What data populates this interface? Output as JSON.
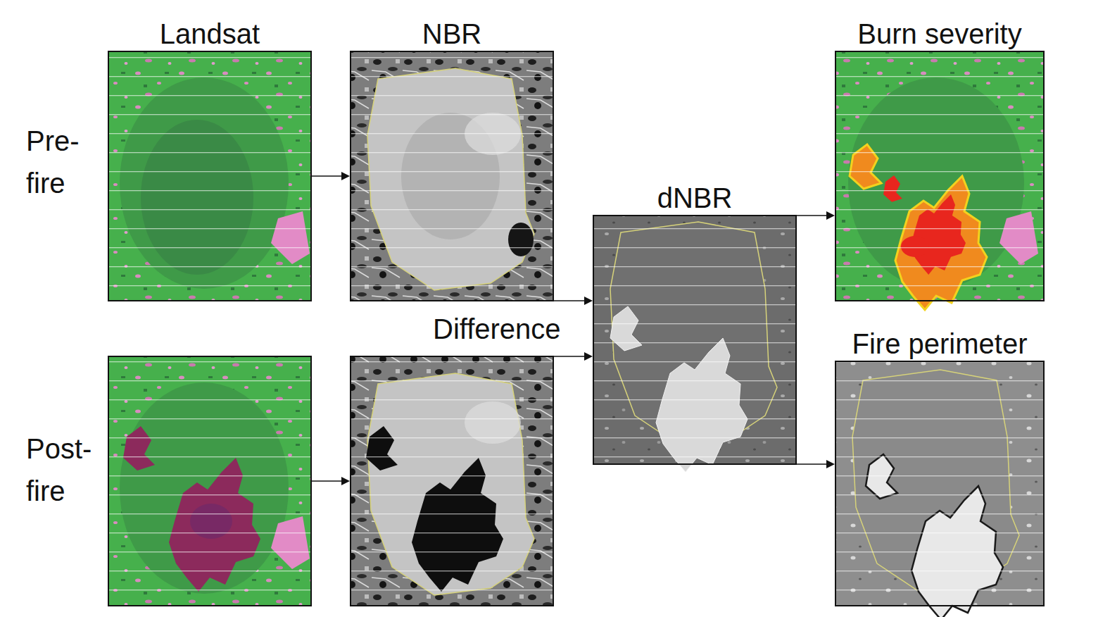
{
  "diagram": {
    "nodes": [
      {
        "text": [
          "Landsat",
          "Pre- fire"
        ]
      },
      {
        "text": [
          "NBR"
        ]
      },
      {
        "text": [
          "Post- fire"
        ]
      },
      {
        "text": []
      },
      {
        "text": [
          "dNBR"
        ]
      },
      {
        "text": [
          "Burn severity"
        ]
      },
      {
        "text": [
          "Fire perimeter"
        ]
      }
    ],
    "edges": [
      {
        "from": 0,
        "to": 1,
        "arrow": "to"
      },
      {
        "from": 2,
        "to": 3,
        "arrow": "to"
      },
      {
        "from": 1,
        "to": 4,
        "arrow": "to"
      },
      {
        "from": 3,
        "to": 4,
        "arrow": "to"
      },
      {
        "from": 4,
        "to": 5,
        "arrow": "to"
      },
      {
        "from": 4,
        "to": 6,
        "arrow": "to"
      }
    ],
    "labels": [
      "Difference"
    ]
  }
}
